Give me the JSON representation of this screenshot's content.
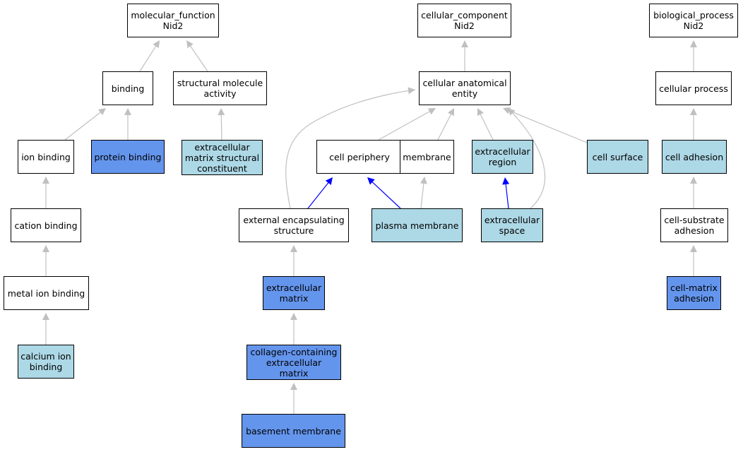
{
  "colors": {
    "white": "#ffffff",
    "light": "#add8e6",
    "dark": "#6495ed",
    "edge_gray": "#c0c0c0",
    "edge_blue": "#0000ff"
  },
  "nodes": {
    "mf": {
      "lines": [
        "molecular_function",
        "Nid2"
      ],
      "fill": "white"
    },
    "cc": {
      "lines": [
        "cellular_component",
        "Nid2"
      ],
      "fill": "white"
    },
    "bp": {
      "lines": [
        "biological_process",
        "Nid2"
      ],
      "fill": "white"
    },
    "binding": {
      "lines": [
        "binding"
      ],
      "fill": "white"
    },
    "sma": {
      "lines": [
        "structural molecule",
        "activity"
      ],
      "fill": "white"
    },
    "cae": {
      "lines": [
        "cellular anatomical",
        "entity"
      ],
      "fill": "white"
    },
    "cp": {
      "lines": [
        "cellular process"
      ],
      "fill": "white"
    },
    "ionb": {
      "lines": [
        "ion binding"
      ],
      "fill": "white"
    },
    "protb": {
      "lines": [
        "protein binding"
      ],
      "fill": "dark"
    },
    "emsc": {
      "lines": [
        "extracellular",
        "matrix structural",
        "constituent"
      ],
      "fill": "light"
    },
    "cperi": {
      "lines": [
        "cell periphery"
      ],
      "fill": "white"
    },
    "membrane": {
      "lines": [
        "membrane"
      ],
      "fill": "white"
    },
    "ecreg": {
      "lines": [
        "extracellular",
        "region"
      ],
      "fill": "light"
    },
    "csurf": {
      "lines": [
        "cell surface"
      ],
      "fill": "light"
    },
    "cadh": {
      "lines": [
        "cell adhesion"
      ],
      "fill": "light"
    },
    "catb": {
      "lines": [
        "cation binding"
      ],
      "fill": "white"
    },
    "ees": {
      "lines": [
        "external encapsulating",
        "structure"
      ],
      "fill": "white"
    },
    "pm": {
      "lines": [
        "plasma membrane"
      ],
      "fill": "light"
    },
    "ecspace": {
      "lines": [
        "extracellular",
        "space"
      ],
      "fill": "light"
    },
    "csa": {
      "lines": [
        "cell-substrate",
        "adhesion"
      ],
      "fill": "white"
    },
    "mib": {
      "lines": [
        "metal ion binding"
      ],
      "fill": "white"
    },
    "ecm": {
      "lines": [
        "extracellular",
        "matrix"
      ],
      "fill": "dark"
    },
    "cma": {
      "lines": [
        "cell-matrix",
        "adhesion"
      ],
      "fill": "dark"
    },
    "cab": {
      "lines": [
        "calcium ion",
        "binding"
      ],
      "fill": "light"
    },
    "cecm": {
      "lines": [
        "collagen-containing",
        "extracellular",
        "matrix"
      ],
      "fill": "dark"
    },
    "bm": {
      "lines": [
        "basement membrane"
      ],
      "fill": "dark"
    }
  },
  "edges": [
    {
      "from": "binding",
      "to": "mf",
      "color": "edge_gray"
    },
    {
      "from": "sma",
      "to": "mf",
      "color": "edge_gray"
    },
    {
      "from": "ionb",
      "to": "binding",
      "color": "edge_gray"
    },
    {
      "from": "protb",
      "to": "binding",
      "color": "edge_gray"
    },
    {
      "from": "emsc",
      "to": "sma",
      "color": "edge_gray"
    },
    {
      "from": "catb",
      "to": "ionb",
      "color": "edge_gray"
    },
    {
      "from": "mib",
      "to": "catb",
      "color": "edge_gray"
    },
    {
      "from": "cab",
      "to": "mib",
      "color": "edge_gray"
    },
    {
      "from": "cae",
      "to": "cc",
      "color": "edge_gray"
    },
    {
      "from": "cperi",
      "to": "cae",
      "color": "edge_gray"
    },
    {
      "from": "membrane",
      "to": "cae",
      "color": "edge_gray"
    },
    {
      "from": "ecreg",
      "to": "cae",
      "color": "edge_gray"
    },
    {
      "from": "csurf",
      "to": "cae",
      "color": "edge_gray"
    },
    {
      "from": "ees",
      "to": "cae",
      "color": "edge_gray",
      "curve": "ees"
    },
    {
      "from": "ecspace",
      "to": "cae",
      "color": "edge_gray",
      "curve": "ecspace"
    },
    {
      "from": "ees",
      "to": "cperi",
      "color": "edge_blue"
    },
    {
      "from": "pm",
      "to": "cperi",
      "color": "edge_blue"
    },
    {
      "from": "pm",
      "to": "membrane",
      "color": "edge_gray"
    },
    {
      "from": "ecspace",
      "to": "ecreg",
      "color": "edge_blue"
    },
    {
      "from": "ecm",
      "to": "ees",
      "color": "edge_gray"
    },
    {
      "from": "cecm",
      "to": "ecm",
      "color": "edge_gray"
    },
    {
      "from": "bm",
      "to": "cecm",
      "color": "edge_gray"
    },
    {
      "from": "cp",
      "to": "bp",
      "color": "edge_gray"
    },
    {
      "from": "cadh",
      "to": "cp",
      "color": "edge_gray"
    },
    {
      "from": "csa",
      "to": "cadh",
      "color": "edge_gray"
    },
    {
      "from": "cma",
      "to": "csa",
      "color": "edge_gray"
    }
  ]
}
